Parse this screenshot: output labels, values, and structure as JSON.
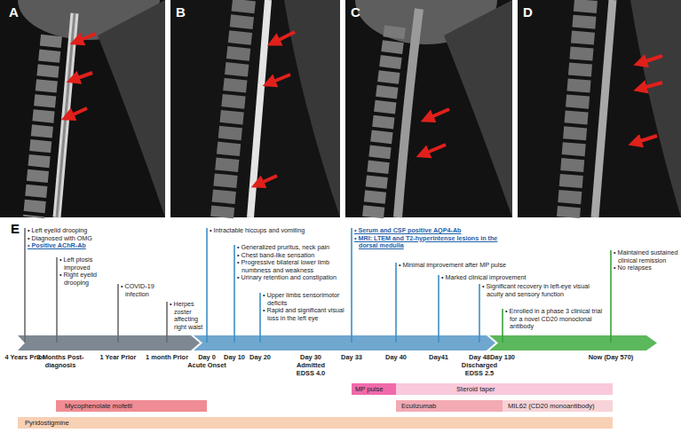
{
  "diagram": {
    "nodes": [
      {
        "text": [
          "MP pulse"
        ]
      },
      {
        "text": [
          "Steroid taper"
        ]
      },
      {
        "text": [
          "Mycophenolate mofetil"
        ]
      },
      {
        "text": [
          "Eculizumab"
        ]
      },
      {
        "text": [
          "MIL62 (CD20 monoantibody)"
        ]
      },
      {
        "text": [
          "Pyridostigmine"
        ]
      }
    ],
    "edges": [],
    "labels": [
      "A",
      "B",
      "C",
      "D",
      "E",
      "• Left eyelid drooping",
      "• Diagnosed with OMG",
      "• Positive AChR-Ab",
      "• Left ptosis improved",
      "• Right eyelid drooping",
      "• COVID-19 infection",
      "• Herpes zoster affecting right waist",
      "• Intractable hiccups and vomiting",
      "• Generalized pruritus, neck pain",
      "• Chest band-like sensation",
      "• Progressive bilateral lower limb numbness and weakness",
      "• Urinary retention and constipation",
      "• Upper limbs sensorimotor deficits",
      "• Rapid and significant visual loss in the left eye",
      "• Serum and CSF positive AQP4-Ab",
      "• MRI: LTEM and T2-hyperintense lesions in the dorsal medulla",
      "• Minimal improvement after MP pulse",
      "• Marked clinical improvement",
      "• Significant recovery in left-eye visual acuity and sensory function",
      "• Enrolled in a phase 3 clinical trial for a novel CD20 monoclonal antibody",
      "• Maintained sustained clinical remission",
      "• No relapses",
      "4 Years Prior",
      "3 Months Post-diagnosis",
      "1 Year Prior",
      "1 month Prior",
      "Day 0",
      "Acute Onset",
      "Day 10",
      "Day 20",
      "Day 30",
      "Admitted",
      "EDSS 4.0",
      "Day 33",
      "Day 40",
      "Day41",
      "Day 48",
      "Discharged",
      "EDSS 2.5",
      "Day 130",
      "Now (Day 570)"
    ]
  }
}
